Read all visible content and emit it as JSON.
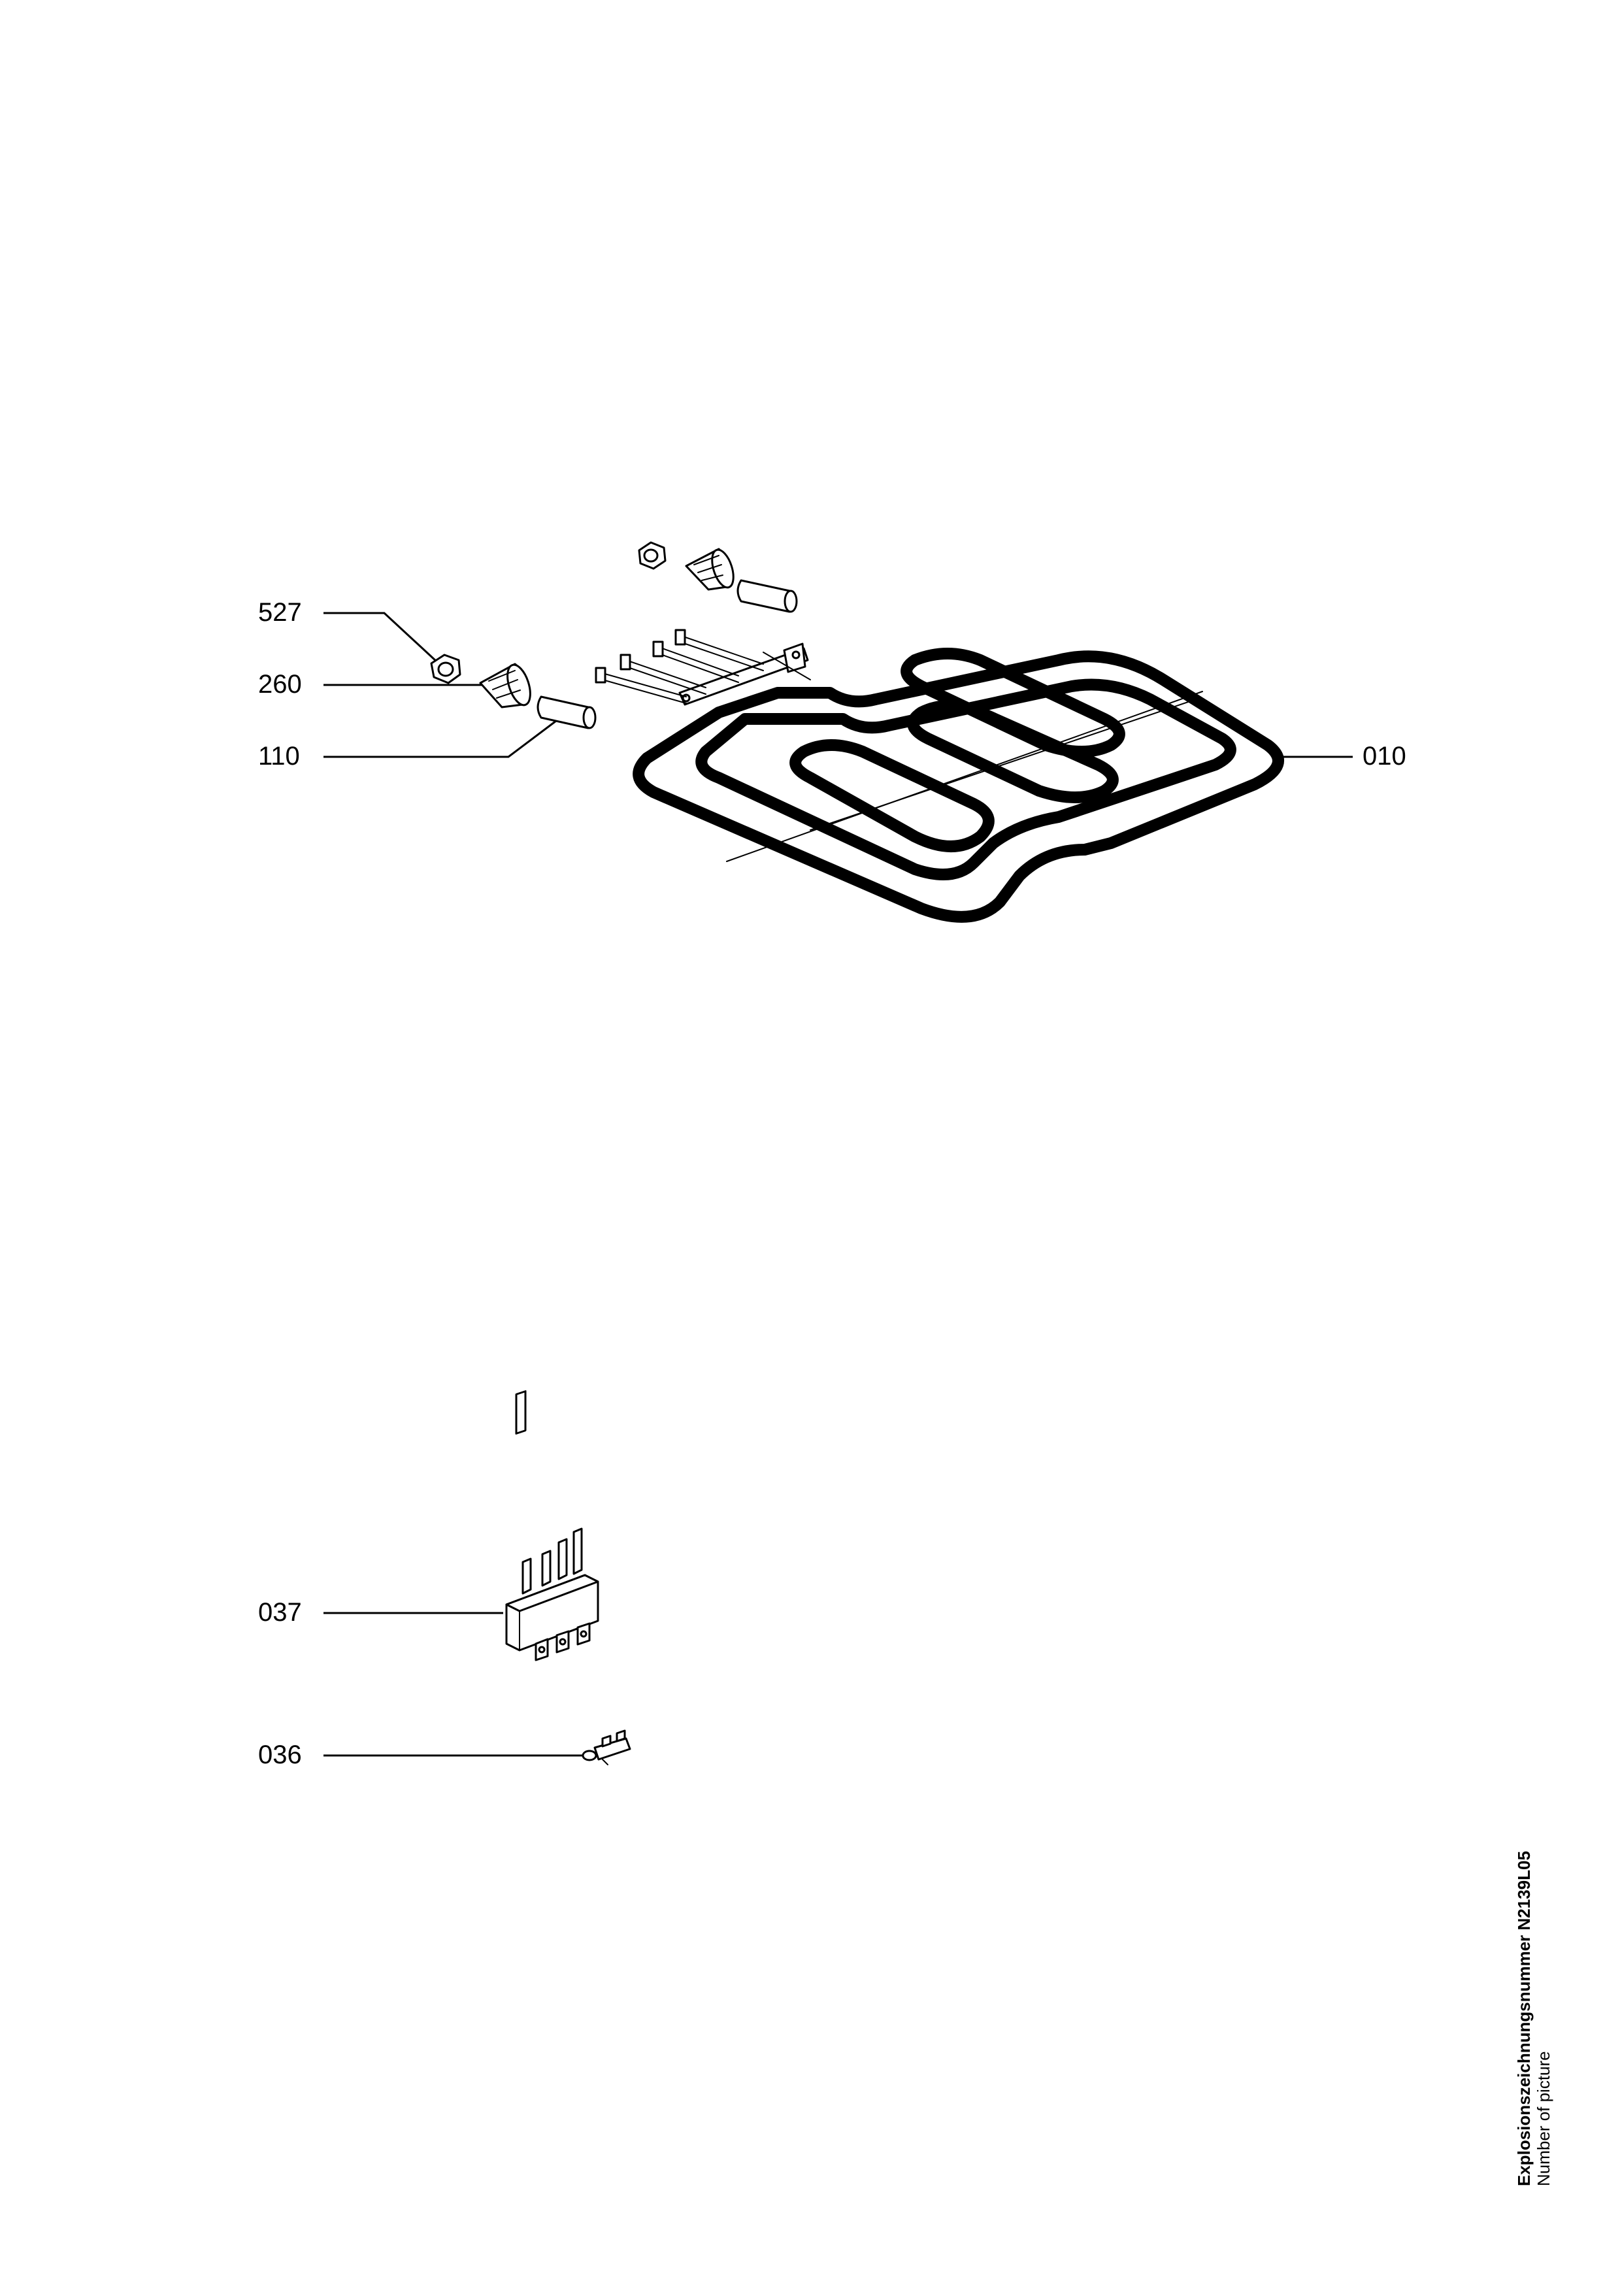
{
  "callouts": [
    {
      "id": "527",
      "label": "527"
    },
    {
      "id": "260",
      "label": "260"
    },
    {
      "id": "110",
      "label": "110"
    },
    {
      "id": "010",
      "label": "010"
    },
    {
      "id": "037",
      "label": "037"
    },
    {
      "id": "036",
      "label": "036"
    }
  ],
  "footer": {
    "drawing_number_label": "Explosionszeichnungsnummer N2139L05",
    "subtitle": "Number of picture"
  }
}
